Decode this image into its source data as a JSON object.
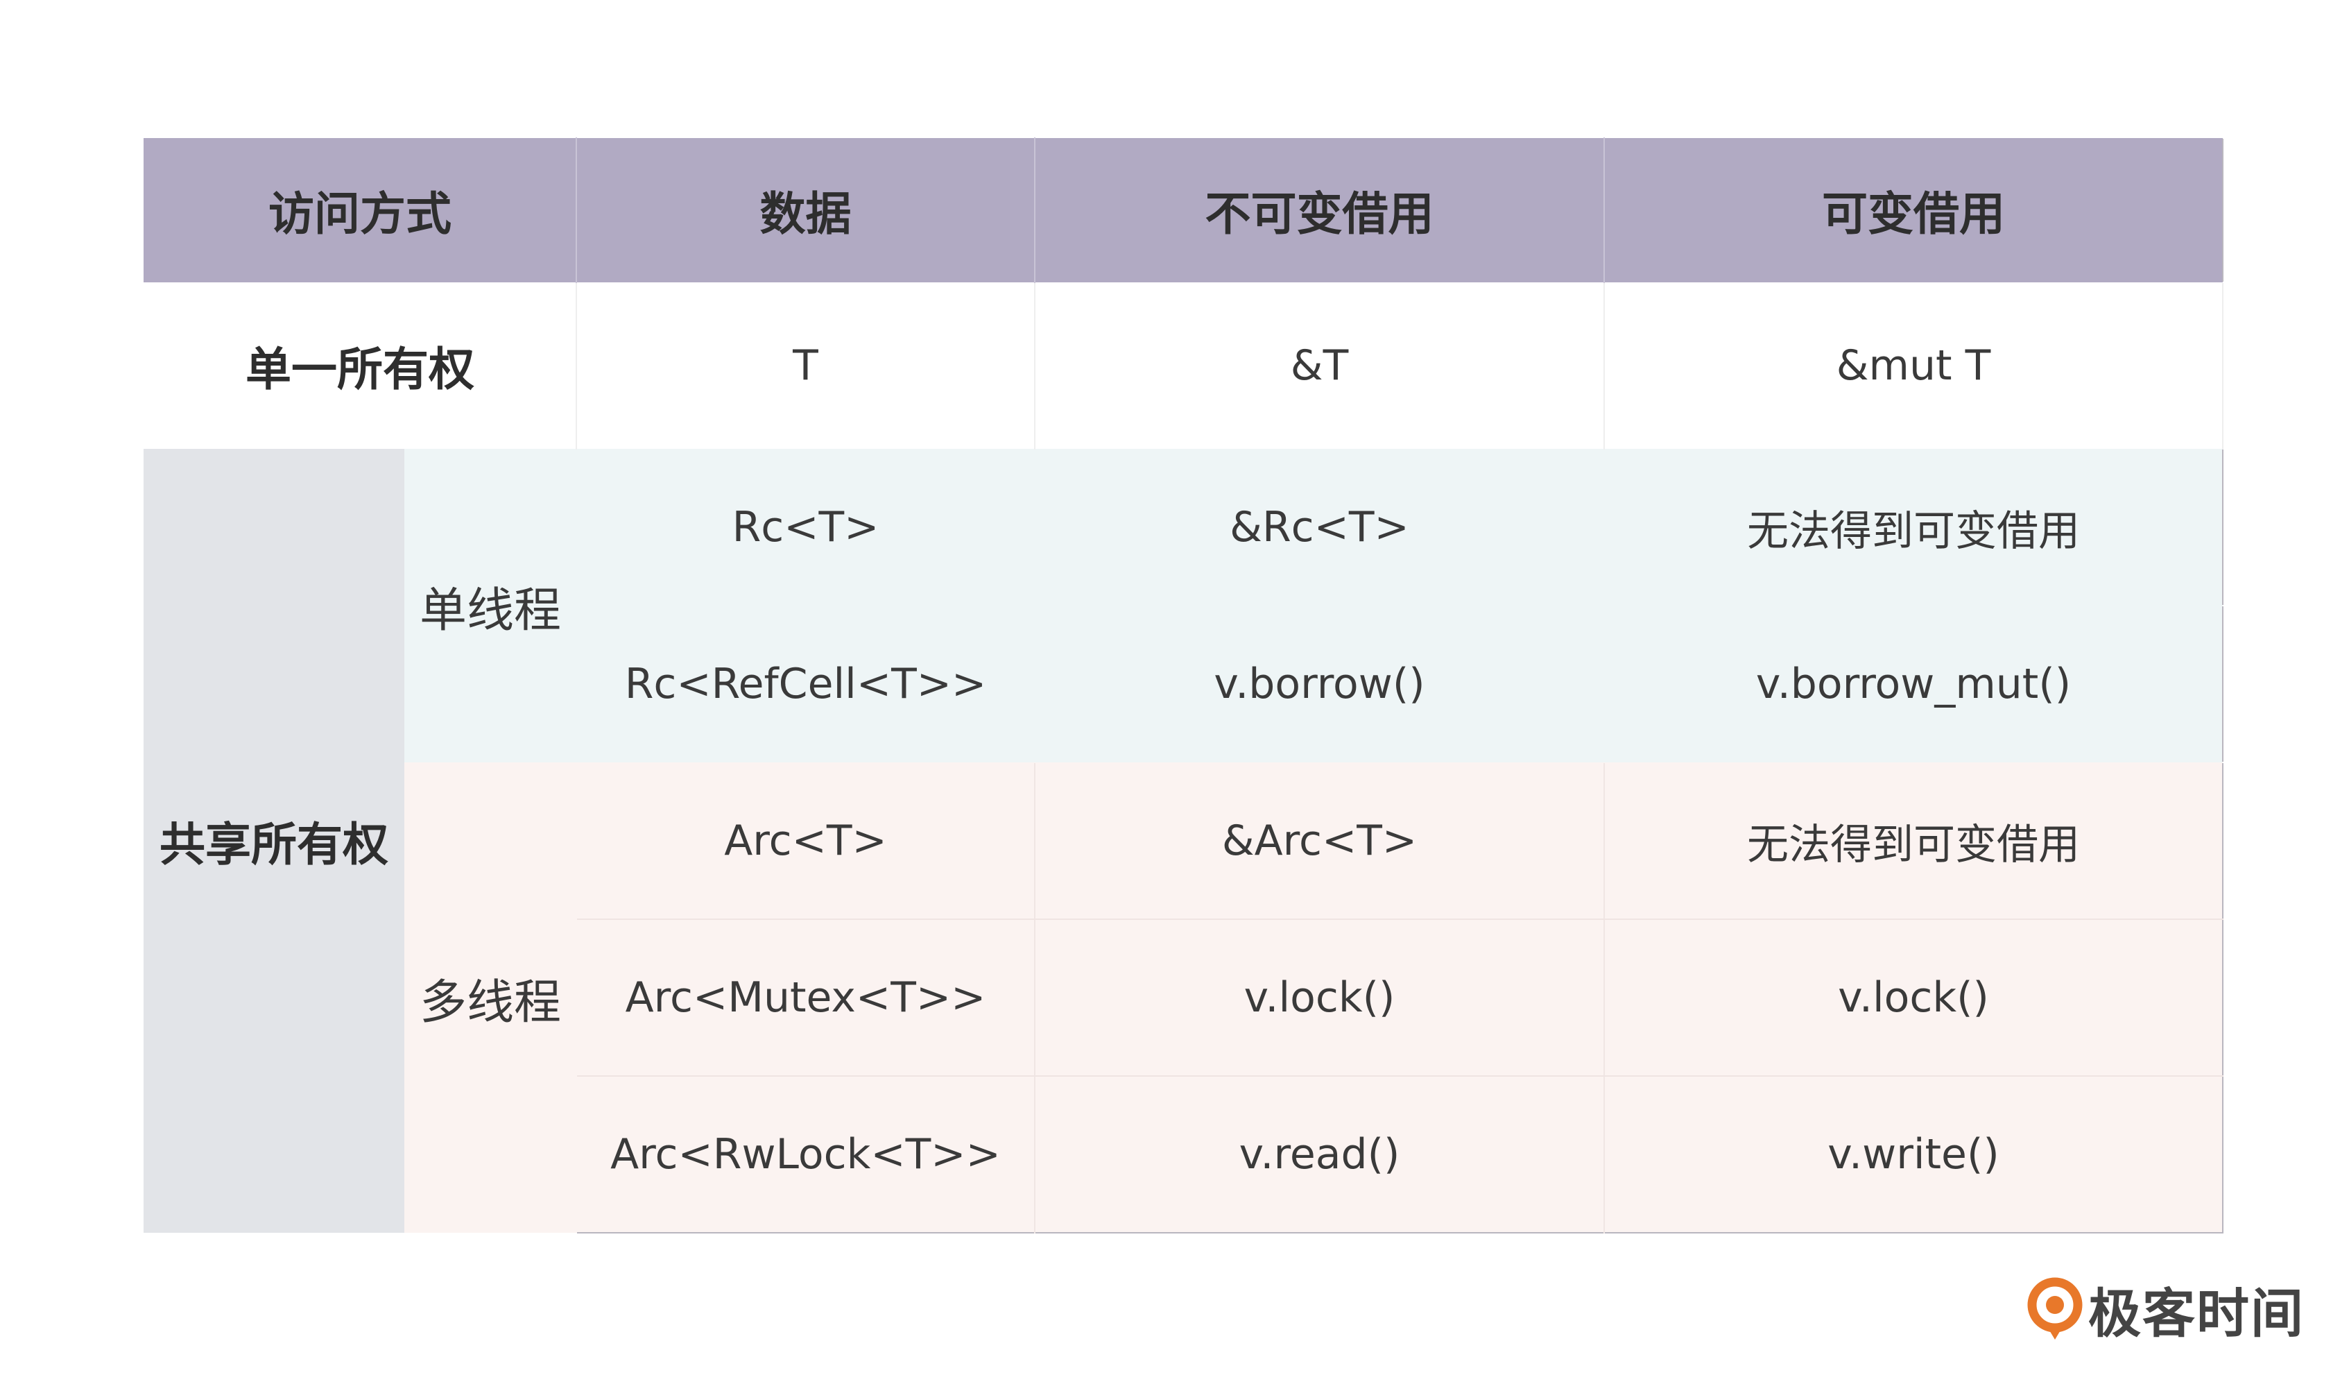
{
  "table": {
    "headers": [
      "访问方式",
      "数据",
      "不可变借用",
      "可变借用"
    ],
    "single_owner": {
      "label": "单一所有权",
      "data": "T",
      "immutable": "&T",
      "mutable": "&mut T"
    },
    "shared": {
      "label": "共享所有权",
      "single_thread": {
        "label": "单线程",
        "rows": [
          {
            "data": "Rc<T>",
            "immutable": "&Rc<T>",
            "mutable": "无法得到可变借用"
          },
          {
            "data": "Rc<RefCell<T>>",
            "immutable": "v.borrow()",
            "mutable": "v.borrow_mut()"
          }
        ]
      },
      "multi_thread": {
        "label": "多线程",
        "rows": [
          {
            "data": "Arc<T>",
            "immutable": "&Arc<T>",
            "mutable": "无法得到可变借用"
          },
          {
            "data": "Arc<Mutex<T>>",
            "immutable": "v.lock()",
            "mutable": "v.lock()"
          },
          {
            "data": "Arc<RwLock<T>>",
            "immutable": "v.read()",
            "mutable": "v.write()"
          }
        ]
      }
    }
  },
  "brand": {
    "name": "极客时间",
    "logo_icon": "geektime-logo-icon",
    "logo_color": "#e8782a"
  }
}
